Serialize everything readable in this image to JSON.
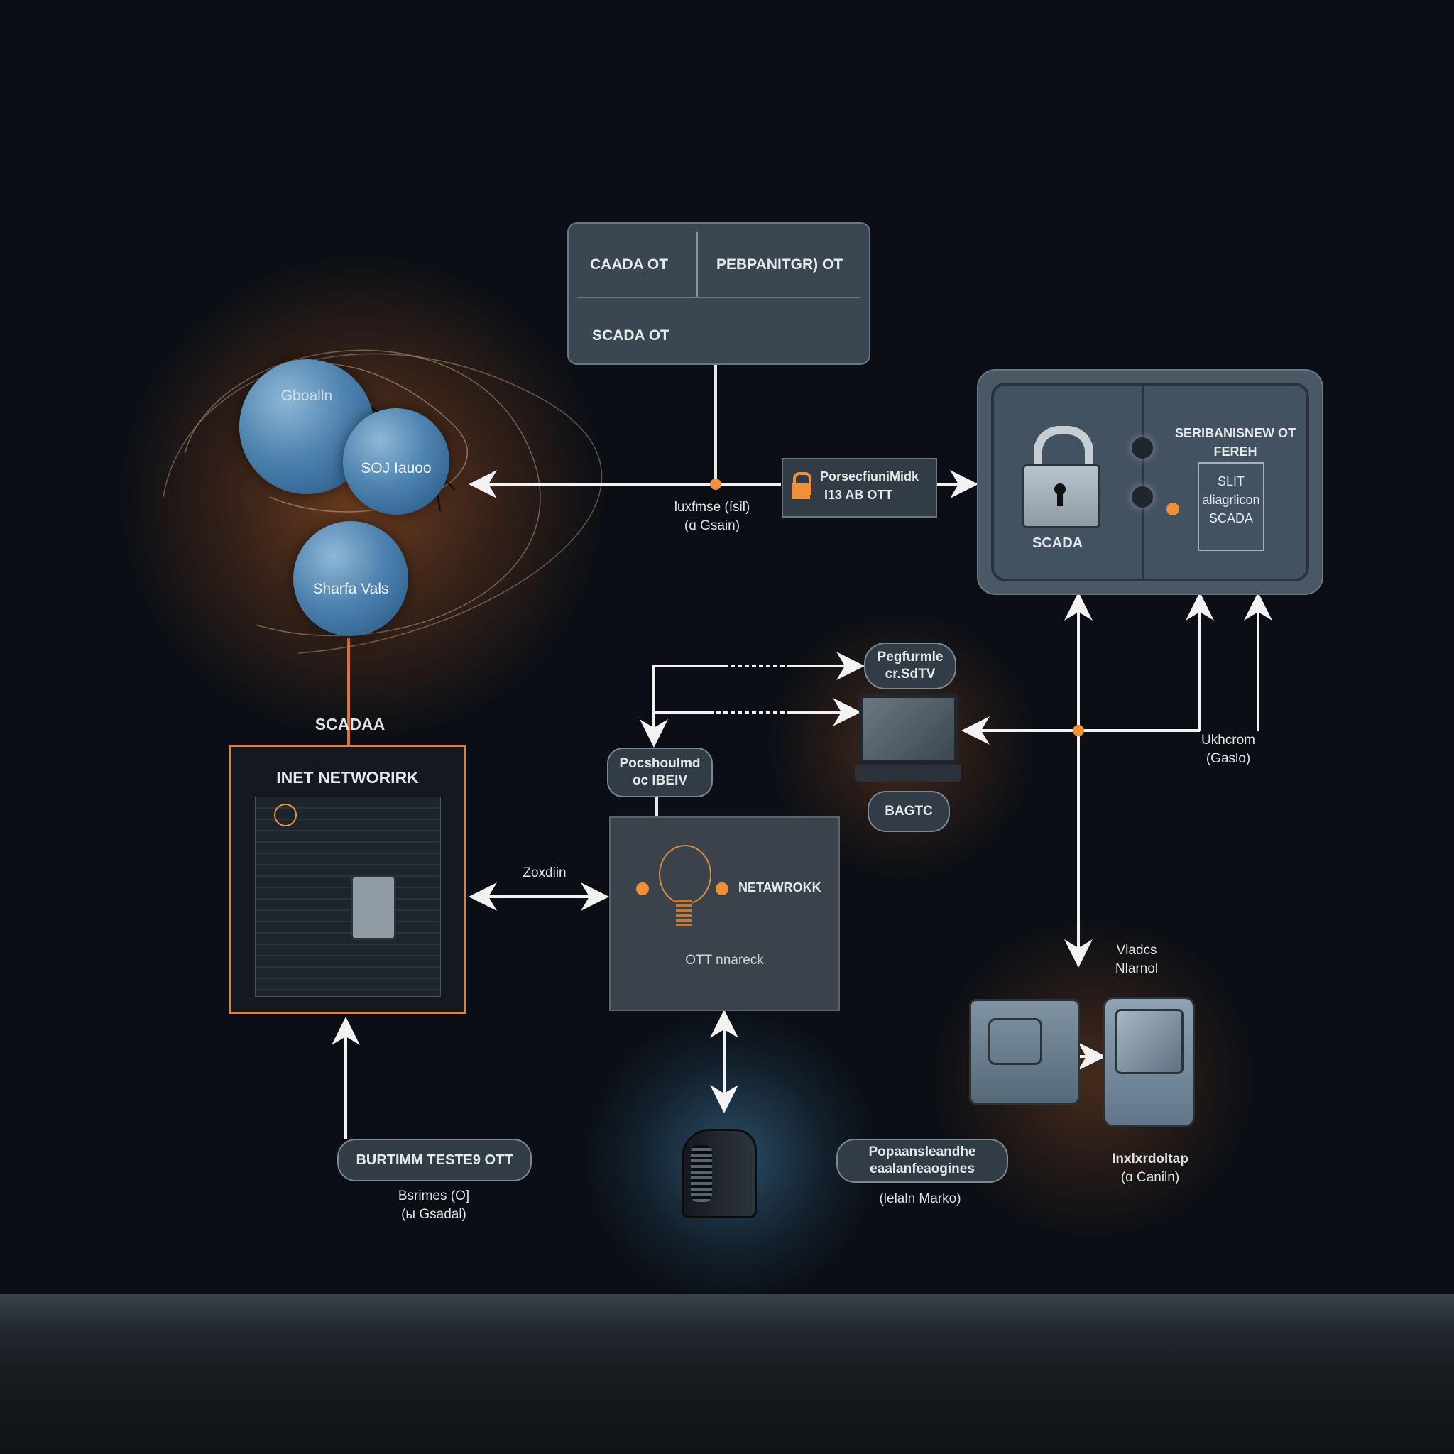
{
  "top_box": {
    "cell_a": "CAADA OT",
    "cell_b": "PEBPANITGR) OT",
    "cell_c": "SCADA OT"
  },
  "lock_box": {
    "label_line1": "PorsecfiuniMidk",
    "label_line2": "I13 AB OTT"
  },
  "junction_label": {
    "line1": "luxfmse (ísil)",
    "line2": "(ɑ Gsain)"
  },
  "scada_panel": {
    "lock_label": "SCADA",
    "title_line1": "SERIBANISNEW OT",
    "title_line2": "FEREH",
    "inner_box_line1": "SLIT",
    "inner_box_line2": "aliagrlicon",
    "inner_box_line3": "SCADA"
  },
  "cluster": {
    "sphere1": "Gboalln",
    "sphere2": "SOJ Iauoo",
    "sphere3": "Sharfa Vals"
  },
  "scada_label": "SCADAA",
  "inet_box": {
    "title": "INET NETWORIRK"
  },
  "zone_label": "Zoxdiin",
  "pills": {
    "top_right": {
      "line1": "Pegfurmle",
      "line2": "cr.SdTV"
    },
    "bagtc": "BAGTC",
    "left_mid": {
      "line1": "Pocshoulmd",
      "line2": "oc IBEIV"
    },
    "bottom_left": "BURTIMM TESTE9 OTT",
    "bottom_mid": {
      "line1": "Popaansleandhe",
      "line2": "eaalanfeaogines"
    }
  },
  "network_box": {
    "title": "NETAWROKK",
    "subtitle": "OTT nnareck"
  },
  "right_label": {
    "line1": "Ukhcrom",
    "line2": "(Gaslo)"
  },
  "devices_label": {
    "line1": "Vladcs",
    "line2": "Nlarnol"
  },
  "bottom_left_label": {
    "line1": "Bsrimes (O]",
    "line2": "(ы Gsadal)"
  },
  "bottom_mid_label": "(lelaln Marko)",
  "bottom_right_label": {
    "line1": "Inxlxrdoltap",
    "line2": "(ɑ Caniln)"
  },
  "colors": {
    "accent": "#f0913a",
    "panel": "#3a4651",
    "background": "#0b0f15"
  }
}
